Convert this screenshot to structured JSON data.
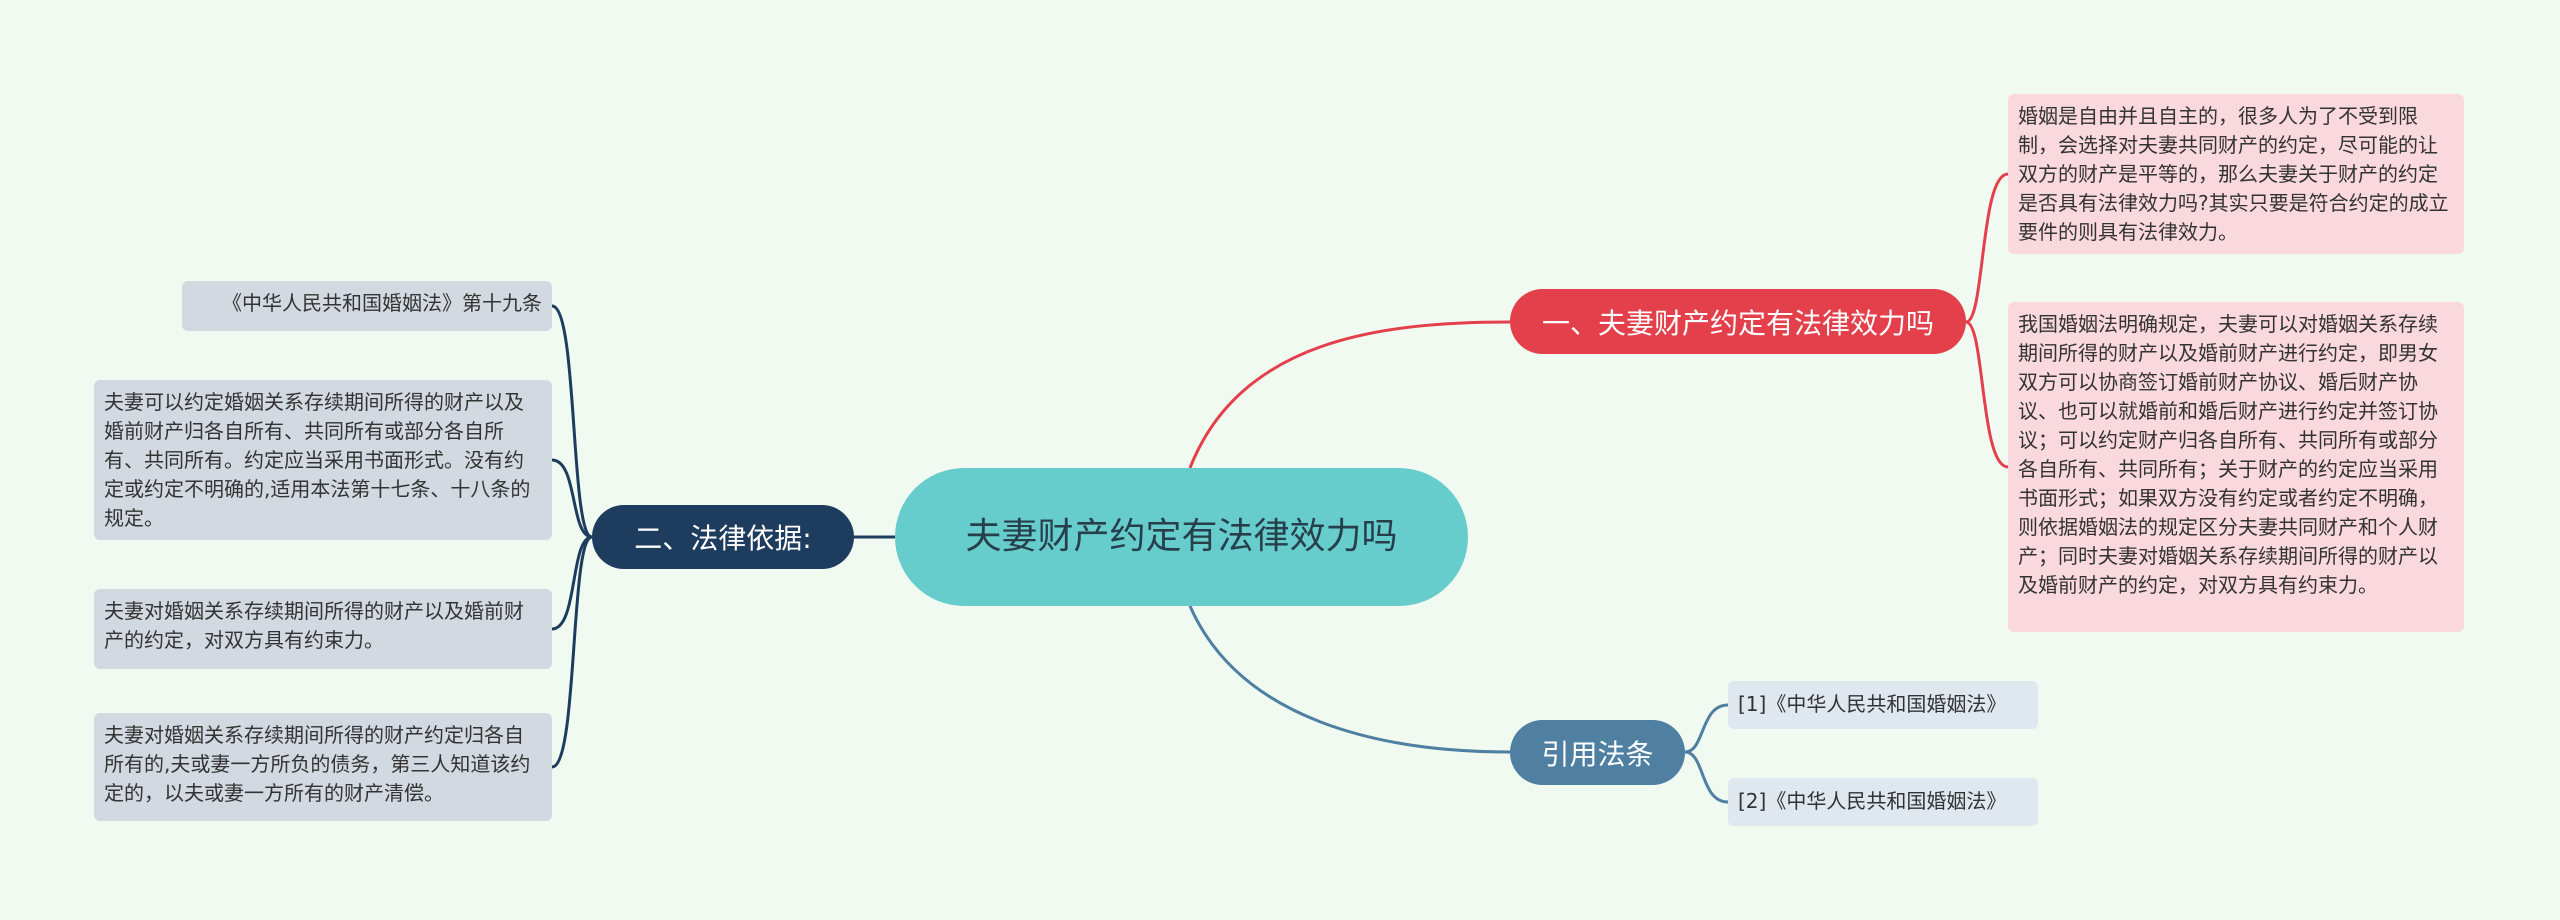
{
  "mindmap": {
    "center": {
      "label": "夫妻财产约定有法律效力吗"
    },
    "branches": [
      {
        "label": "一、夫妻财产约定有法律效力吗",
        "color": "#e3404c",
        "children": [
          "婚姻是自由并且自主的，很多人为了不受到限制，会选择对夫妻共同财产的约定，尽可能的让双方的财产是平等的，那么夫妻关于财产的约定是否具有法律效力吗?其实只要是符合约定的成立要件的则具有法律效力。",
          "我国婚姻法明确规定，夫妻可以对婚姻关系存续期间所得的财产以及婚前财产进行约定，即男女双方可以协商签订婚前财产协议、婚后财产协议、也可以就婚前和婚后财产进行约定并签订协议；可以约定财产归各自所有、共同所有或部分各自所有、共同所有；关于财产的约定应当采用书面形式；如果双方没有约定或者约定不明确，则依据婚姻法的规定区分夫妻共同财产和个人财产；同时夫妻对婚姻关系存续期间所得的财产以及婚前财产的约定，对双方具有约束力。"
        ]
      },
      {
        "label": "二、法律依据:",
        "color": "#1e3c5d",
        "children": [
          "《中华人民共和国婚姻法》第十九条",
          "夫妻可以约定婚姻关系存续期间所得的财产以及婚前财产归各自所有、共同所有或部分各自所有、共同所有。约定应当采用书面形式。没有约定或约定不明确的,适用本法第十七条、十八条的规定。",
          "夫妻对婚姻关系存续期间所得的财产以及婚前财产的约定，对双方具有约束力。",
          "夫妻对婚姻关系存续期间所得的财产约定归各自所有的,夫或妻一方所负的债务，第三人知道该约定的，以夫或妻一方所有的财产清偿。"
        ]
      },
      {
        "label": "引用法条",
        "color": "#4f7fa1",
        "children": [
          "[1]《中华人民共和国婚姻法》",
          "[2]《中华人民共和国婚姻法》"
        ]
      }
    ]
  }
}
